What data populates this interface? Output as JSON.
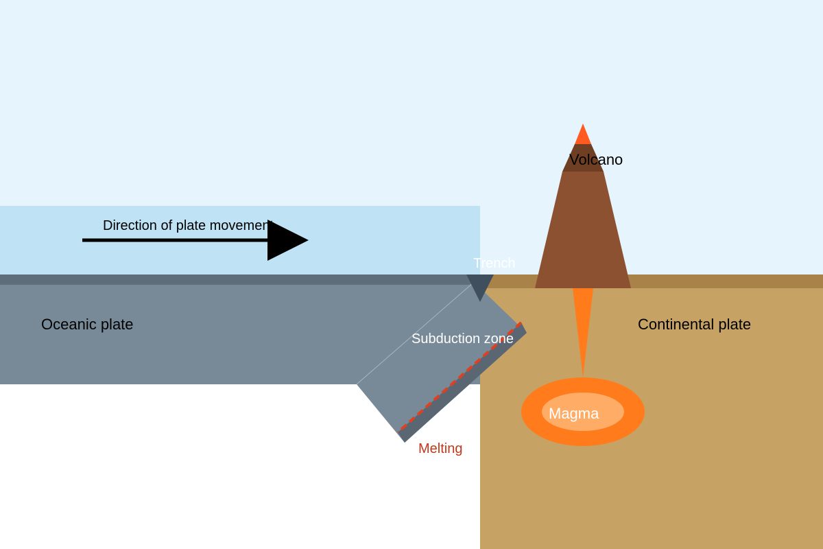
{
  "labels": {
    "direction": "Direction of plate movement",
    "trench": "Trench",
    "volcano": "Volcano",
    "oceanic_plate": "Oceanic plate",
    "continental_plate": "Continental plate",
    "subduction_zone": "Subduction zone",
    "magma": "Magma",
    "melting": "Melting"
  },
  "colors": {
    "sky": "#e6f4fd",
    "ocean": "#bfe2f4",
    "oceanic_crust_top": "#5f6e7b",
    "oceanic_plate": "#788a98",
    "slab_edge": "#5a6773",
    "continent_surface": "#a88248",
    "continental_plate": "#c6a265",
    "volcano": "#8b5130",
    "volcano_peak": "#6e3f22",
    "lava": "#ff5a1f",
    "magma_outer": "#ff7b1c",
    "magma_inner": "#ffac66",
    "melting_line": "#e0401f",
    "melting_text": "#c0391c",
    "trench": "#3f4f5d",
    "arrow": "#000000"
  },
  "icons": {
    "direction_arrow": "arrow-right-icon",
    "trench_marker": "triangle-down-icon"
  }
}
